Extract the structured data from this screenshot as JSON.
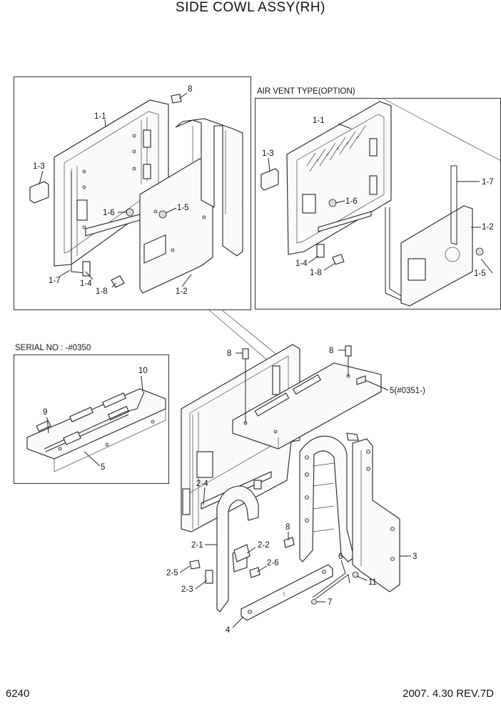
{
  "title": "SIDE COWL ASSY(RH)",
  "panels": {
    "air_vent_caption": "AIR VENT TYPE(OPTION)",
    "serial_caption": "SERIAL NO : -#0350"
  },
  "footer": {
    "page_number": "6240",
    "date_rev": "2007. 4.30  REV.7D"
  },
  "callouts": {
    "p1": {
      "c8": "8",
      "c11": "1-1",
      "c13": "1-3",
      "c16": "1-6",
      "c15": "1-5",
      "c17": "1-7",
      "c14": "1-4",
      "c18": "1-8",
      "c12": "1-2"
    },
    "p2": {
      "c11": "1-1",
      "c13": "1-3",
      "c16": "1-6",
      "c17": "1-7",
      "c12": "1-2",
      "c14": "1-4",
      "c18": "1-8",
      "c15": "1-5"
    },
    "p3": {
      "c10": "10",
      "c9": "9",
      "c5": "5"
    },
    "main": {
      "c8a": "8",
      "c8b": "8",
      "c5s": "5(#0351-)",
      "c24": "2-4",
      "c8c": "8",
      "c21": "2-1",
      "c22": "2-2",
      "c26": "2-6",
      "c25": "2-5",
      "c23": "2-3",
      "c6": "6",
      "c3": "3",
      "c11": "11",
      "c7": "7",
      "c4": "4"
    }
  }
}
